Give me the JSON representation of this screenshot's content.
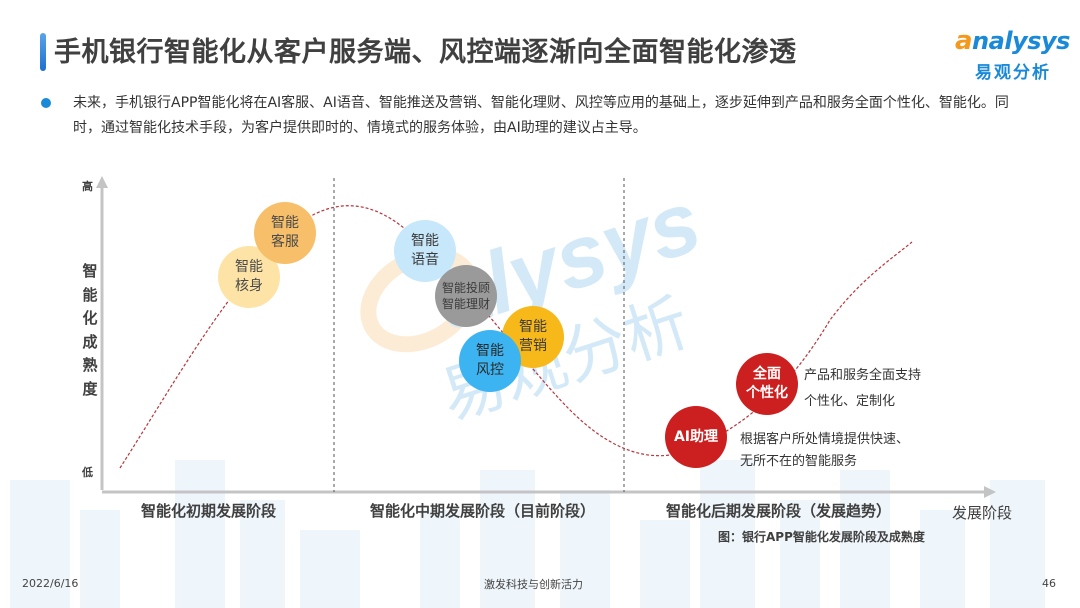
{
  "header": {
    "title": "手机银行智能化从客户服务端、风控端逐渐向全面智能化渗透",
    "logo_en_prefix": "a",
    "logo_en_rest": "nalysys",
    "logo_cn": "易观分析"
  },
  "summary": {
    "text": "未来，手机银行APP智能化将在AI客服、AI语音、智能推送及营销、智能化理财、风控等应用的基础上，逐步延伸到产品和服务全面个性化、智能化。同时，通过智能化技术手段，为客户提供即时的、情境式的服务体验，由AI助理的建议占主导。"
  },
  "chart_data": {
    "type": "diagram",
    "title": "图：银行APP智能化发展阶段及成熟度",
    "ylabel": "智能化成熟度",
    "xlabel": "发展阶段",
    "y_ticks": {
      "high": "高",
      "low": "低"
    },
    "stages": [
      "智能化初期发展阶段",
      "智能化中期发展阶段（目前阶段）",
      "智能化后期发展阶段（发展趋势）"
    ],
    "bubbles": [
      {
        "label": "智能\n核身",
        "stage": 1,
        "color": "#fde4a6"
      },
      {
        "label": "智能\n客服",
        "stage": 1,
        "color": "#f8bf6a"
      },
      {
        "label": "智能\n语音",
        "stage": 2,
        "color": "#c7e7fa"
      },
      {
        "label": "智能投顾\n智能理财",
        "stage": 2,
        "color": "#9a9a9a"
      },
      {
        "label": "智能\n营销",
        "stage": 2,
        "color": "#f7b81a"
      },
      {
        "label": "智能\n风控",
        "stage": 2,
        "color": "#3db4f2"
      },
      {
        "label": "AI助理",
        "stage": 3,
        "color": "#cc1f1f"
      },
      {
        "label": "全面\n个性化",
        "stage": 3,
        "color": "#cc1f1f"
      }
    ],
    "annotations": [
      "产品和服务全面支持\n个性化、定制化",
      "根据客户所处情境提供快速、\n无所不在的智能服务"
    ],
    "curve": "maturity rises to peak in early/mid stage, declines through mid stage, bottoms near AI助理, rises again in late stage"
  },
  "footer": {
    "date": "2022/6/16",
    "slogan": "激发科技与创新活力",
    "page": "46"
  }
}
